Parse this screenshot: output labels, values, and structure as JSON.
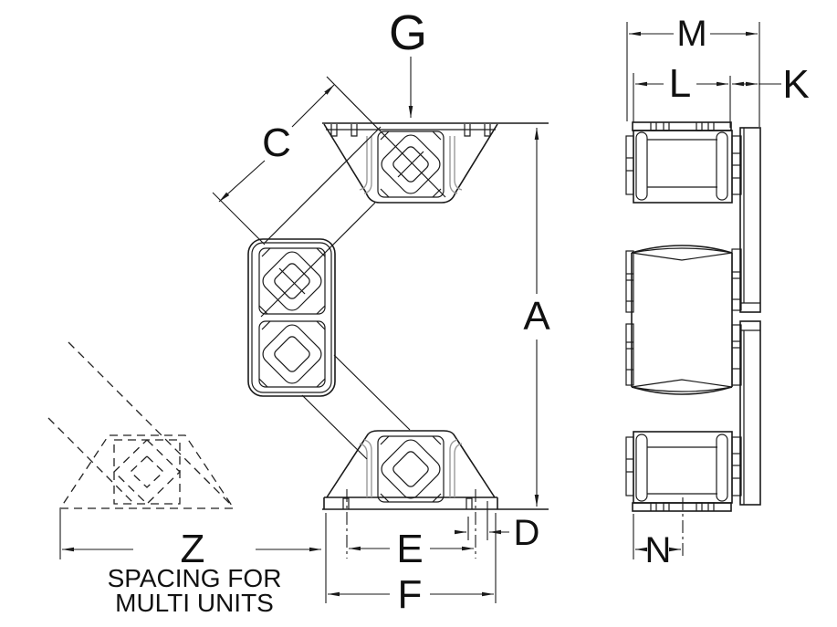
{
  "drawing": {
    "background": "#ffffff",
    "line_color": "#1a1a1a",
    "type": "dimensioned technical drawing, two views of zig-zag rubber suspension mount",
    "labels": {
      "g": "G",
      "c": "C",
      "a": "A",
      "m": "M",
      "l": "L",
      "k": "K",
      "d": "D",
      "e": "E",
      "f": "F",
      "n": "N",
      "z": "Z"
    },
    "note": {
      "line1": "SPACING FOR",
      "line2": "MULTI UNITS"
    }
  }
}
